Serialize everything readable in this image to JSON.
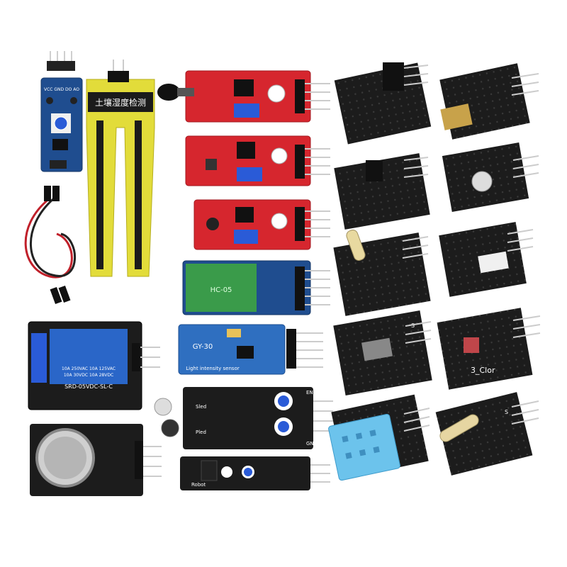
{
  "modules": {
    "soil_probe": {
      "label": "土壤湿度检测"
    },
    "soil_board": {
      "pins": "VCC GND DO AO"
    },
    "bluetooth": {
      "label": "HC-05"
    },
    "gy30": {
      "label": "GY-30",
      "subtitle": "Light intensity sensor"
    },
    "relay": {
      "label": "SRD-05VDC-SL-C",
      "rating1": "10A 250VAC  10A 125VAC",
      "rating2": "10A 30VDC  10A 28VDC"
    },
    "ir_avoid": {
      "en": "EN",
      "gnd": "GND",
      "sled": "Sled",
      "pled": "Pled"
    },
    "tracker": {
      "label": "Robot"
    },
    "rgb": {
      "label": "3_Clor"
    },
    "reed": {
      "label": "S"
    },
    "temp": {
      "label": "S"
    }
  },
  "colors": {
    "pcb_black": "#1c1c1c",
    "pcb_red": "#d6262e",
    "pcb_blue": "#1f4d8f",
    "pcb_lightblue": "#2f6fc0",
    "probe_yellow": "#e2dc3a",
    "pin_gold": "#c9c9c9",
    "dht_blue": "#6cc3ec"
  }
}
